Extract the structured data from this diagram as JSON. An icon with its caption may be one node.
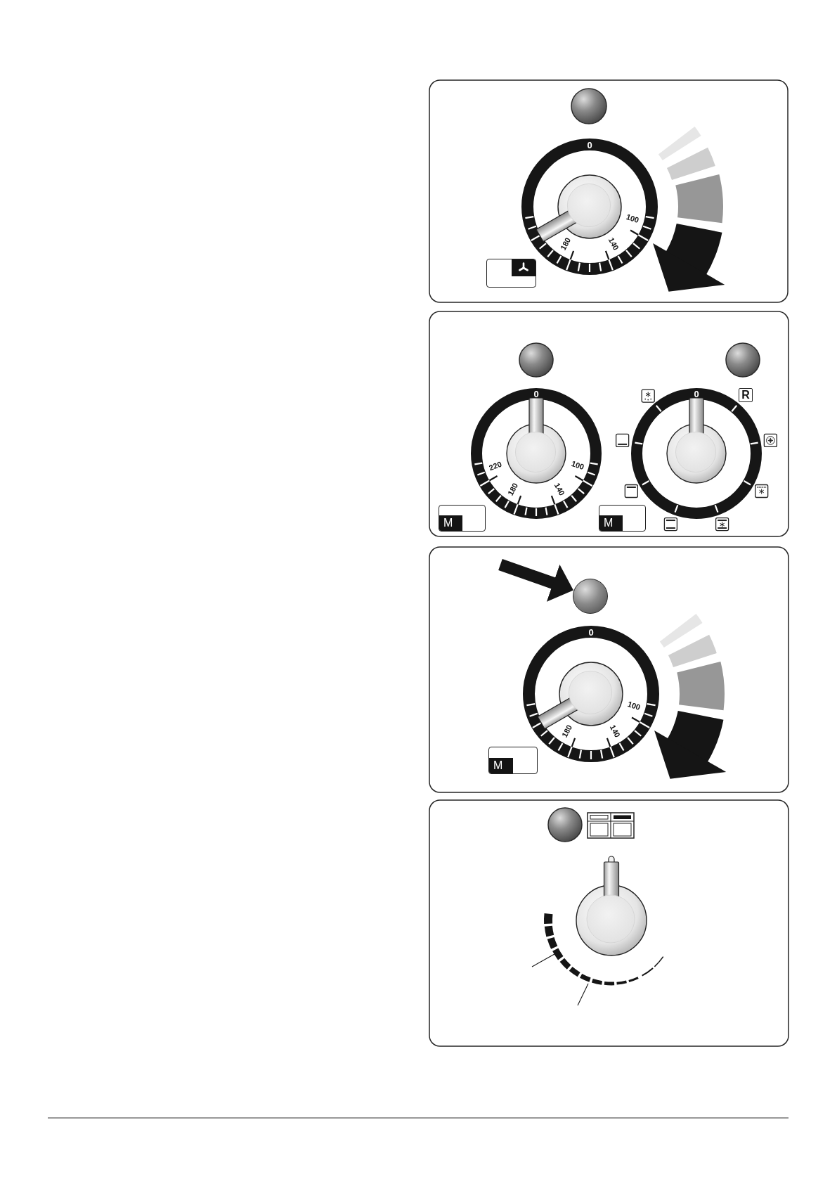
{
  "diagram": {
    "nodes": [
      {
        "text": [],
        "shape": "box"
      },
      {
        "text": [
          "R"
        ]
      },
      {
        "text": [
          "M"
        ]
      },
      {
        "text": [
          "M"
        ]
      },
      {
        "text": [],
        "shape": "circle"
      },
      {
        "text": [
          "M"
        ]
      },
      {
        "text": [],
        "shape": "picture"
      }
    ],
    "edges": [
      {
        "from": null,
        "to": 4,
        "arrow": "to",
        "style": "thick"
      },
      {
        "from": null,
        "to": 6,
        "arrow": "none"
      },
      {
        "from": null,
        "to": 6,
        "arrow": "none"
      }
    ],
    "labels": [
      "0",
      "100",
      "180",
      "140",
      "0",
      "220",
      "100",
      "180",
      "140",
      "0",
      "0",
      "100",
      "180",
      "140"
    ]
  }
}
